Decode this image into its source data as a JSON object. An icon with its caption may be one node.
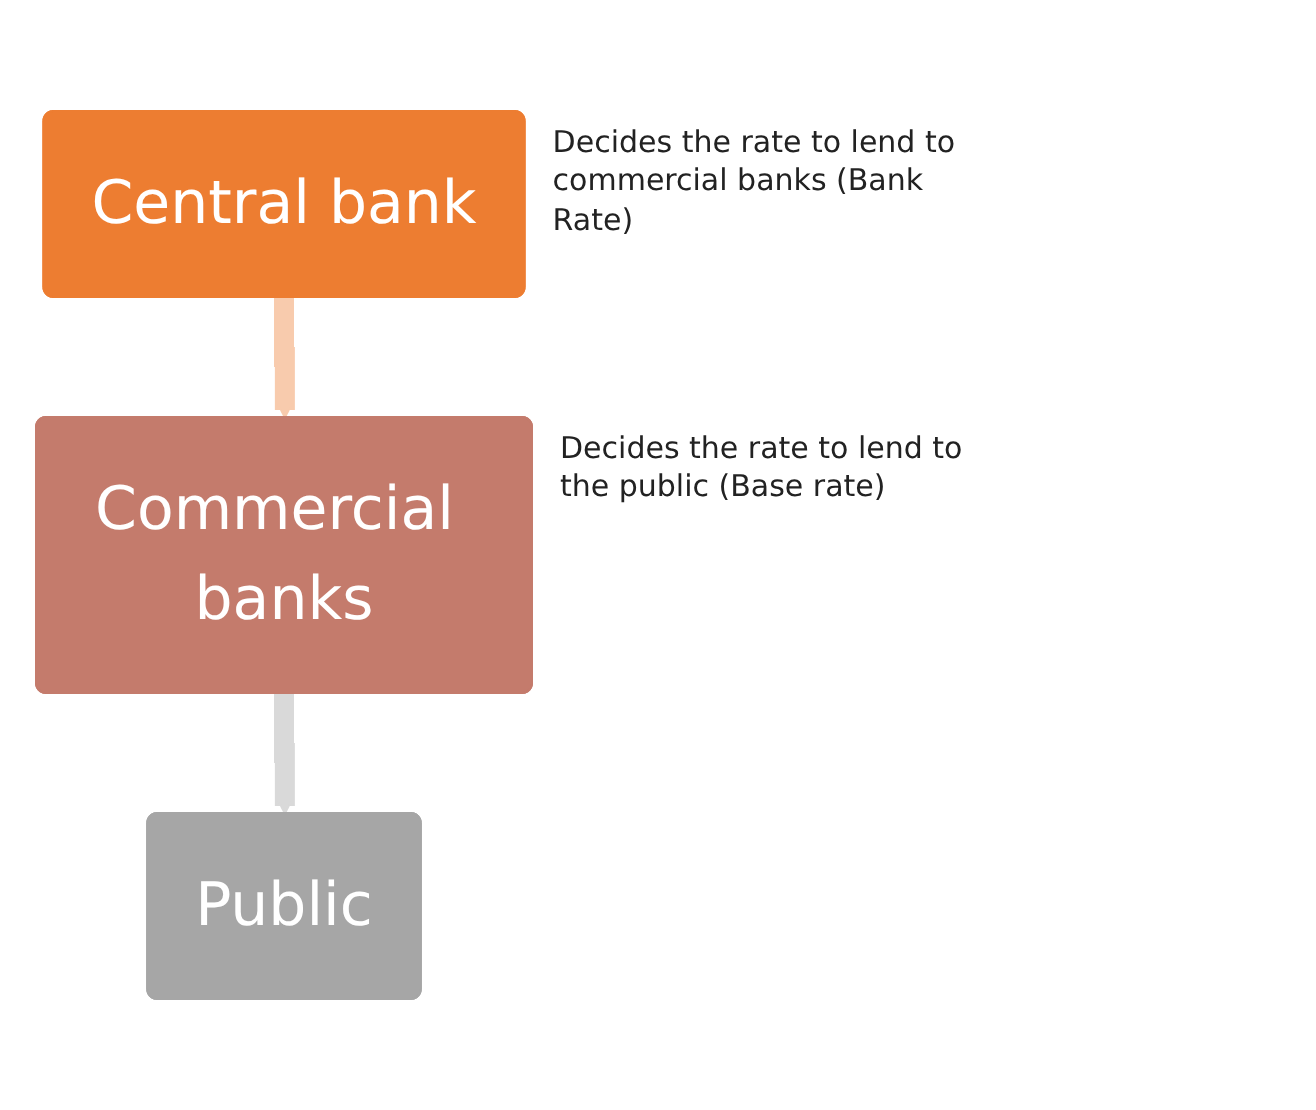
{
  "diagram": {
    "nodes": [
      {
        "text": [
          "Central bank"
        ],
        "beside": [
          "Decides the rate to lend to commercial banks (Bank Rate)"
        ]
      },
      {
        "text": [
          "Commercial banks"
        ],
        "beside": [
          "Decides the rate to lend to the public (Base rate)"
        ]
      },
      {
        "text": [
          "Public"
        ]
      }
    ],
    "edges": [
      {
        "from": 0,
        "to": 1,
        "arrow": "to",
        "color": "#f8cbad"
      },
      {
        "from": 1,
        "to": 2,
        "arrow": "to",
        "color": "#d9d9d9"
      }
    ]
  }
}
